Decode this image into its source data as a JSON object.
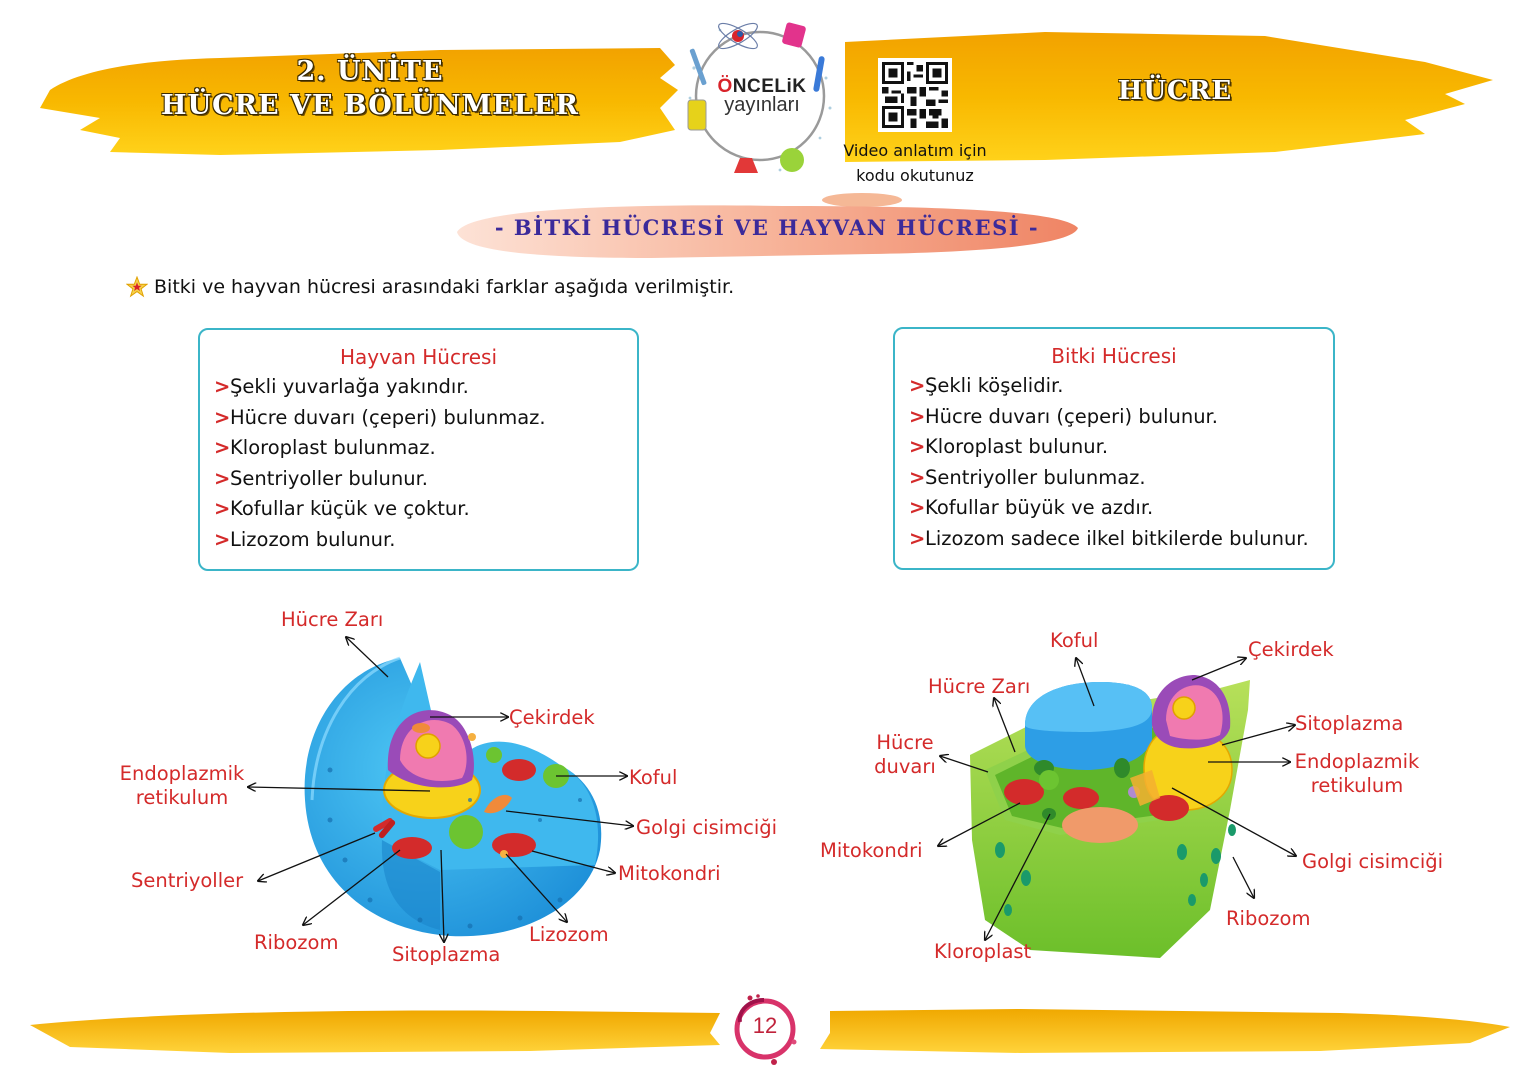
{
  "header": {
    "unit_line1": "2. ÜNİTE",
    "unit_line2": "HÜCRE VE BÖLÜNMELER",
    "topic": "HÜCRE",
    "publisher_brand": "NCELiK",
    "publisher_brand_prefix": "Ö",
    "publisher_sub": "yayınları",
    "qr_caption_line1": "Video anlatım için",
    "qr_caption_line2": "kodu okutunuz"
  },
  "section": {
    "title": "- BİTKİ HÜCRESİ VE HAYVAN HÜCRESİ -",
    "intro": "Bitki ve hayvan hücresi arasındaki farklar aşağıda verilmiştir.",
    "bullet_symbol": ">"
  },
  "animal_cell": {
    "title": "Hayvan Hücresi",
    "items": [
      "Şekli yuvarlağa yakındır.",
      "Hücre duvarı (çeperi) bulunmaz.",
      "Kloroplast bulunmaz.",
      "Sentriyoller bulunur.",
      "Kofullar küçük ve çoktur.",
      "Lizozom bulunur."
    ]
  },
  "plant_cell": {
    "title": "Bitki Hücresi",
    "items": [
      "Şekli köşelidir.",
      "Hücre duvarı (çeperi) bulunur.",
      "Kloroplast bulunur.",
      "Sentriyoller bulunmaz.",
      "Kofullar büyük ve azdır.",
      "Lizozom sadece ilkel bitkilerde bulunur."
    ]
  },
  "animal_diagram": {
    "labels": {
      "cell_membrane": "Hücre Zarı",
      "nucleus": "Çekirdek",
      "er_line1": "Endoplazmik",
      "er_line2": "retikulum",
      "vacuole": "Koful",
      "golgi": "Golgi cisimciği",
      "mitochondria": "Mitokondri",
      "centrioles": "Sentriyoller",
      "ribosome": "Ribozom",
      "cytoplasm": "Sitoplazma",
      "lysosome": "Lizozom"
    }
  },
  "plant_diagram": {
    "labels": {
      "vacuole": "Koful",
      "nucleus": "Çekirdek",
      "cell_membrane": "Hücre Zarı",
      "cell_wall_line1": "Hücre",
      "cell_wall_line2": "duvarı",
      "cytoplasm": "Sitoplazma",
      "er_line1": "Endoplazmik",
      "er_line2": "retikulum",
      "mitochondria": "Mitokondri",
      "golgi": "Golgi cisimciği",
      "ribosome": "Ribozom",
      "chloroplast": "Kloroplast"
    }
  },
  "footer": {
    "page_number": "12"
  },
  "colors": {
    "brush_yellow": "#f7c200",
    "brush_orange": "#f0a500",
    "label_red": "#d42a2a",
    "box_border": "#3bb5c8",
    "banner_text": "#3b2a9a",
    "banner_fill": "#f4a98a"
  }
}
